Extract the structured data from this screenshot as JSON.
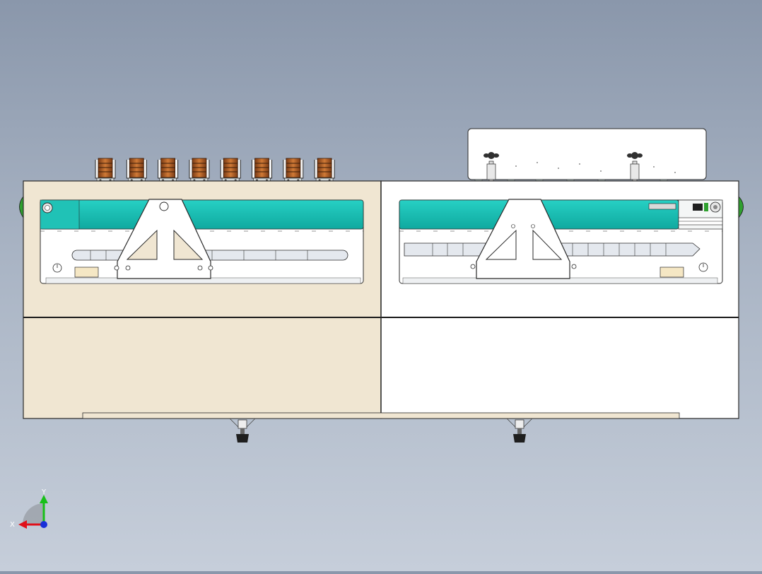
{
  "colors": {
    "background_top": "#8a97ab",
    "background_bottom": "#c6ceda",
    "panel_left": "#f0e6d2",
    "panel_right": "#ffffff",
    "rail_teal": "#14bfb4",
    "frame_outline": "#2a2a2a",
    "roller_brown": "#b25a22",
    "axis_x": "#e0101a",
    "axis_y": "#18c018",
    "axis_z": "#1830d8"
  },
  "roller_count": 8,
  "axis_triad": {
    "x_label": "X",
    "y_label": "Y"
  },
  "icons": [
    "axis-triad-icon",
    "motor-icon",
    "gauge-icon",
    "knob-icon"
  ]
}
